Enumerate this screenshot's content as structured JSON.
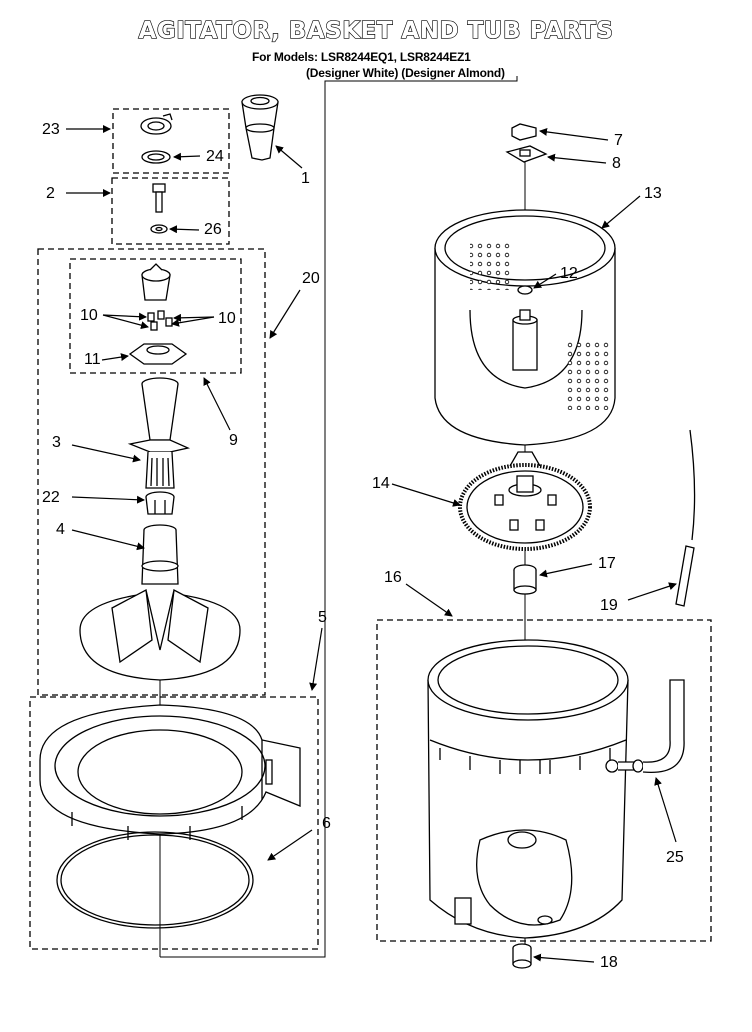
{
  "title": "AGITATOR, BASKET AND TUB PARTS",
  "models_line": "For Models: LSR8244EQ1, LSR8244EZ1",
  "variants_line": "(Designer White) (Designer Almond)",
  "callouts": {
    "c1": "1",
    "c2": "2",
    "c3": "3",
    "c4": "4",
    "c5": "5",
    "c6": "6",
    "c7": "7",
    "c8": "8",
    "c9": "9",
    "c10a": "10",
    "c10b": "10",
    "c11": "11",
    "c12": "12",
    "c13": "13",
    "c14": "14",
    "c16": "16",
    "c17": "17",
    "c18": "18",
    "c19": "19",
    "c20": "20",
    "c22": "22",
    "c23": "23",
    "c24": "24",
    "c25": "25",
    "c26": "26"
  }
}
